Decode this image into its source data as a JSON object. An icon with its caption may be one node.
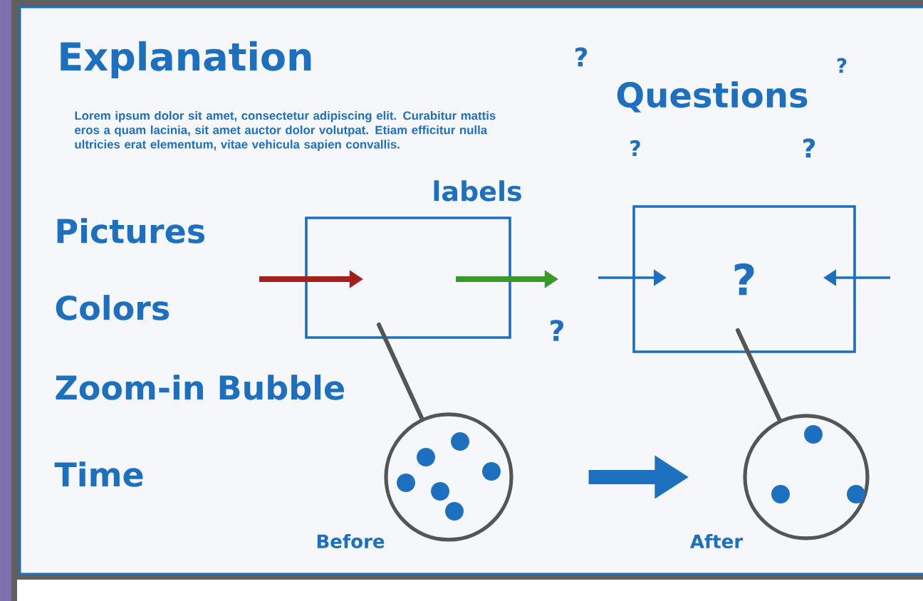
{
  "diagram": {
    "nodes": [
      {
        "text": [],
        "shape": "box"
      },
      {
        "text": [
          "?"
        ]
      },
      {
        "text": [],
        "shape": "circle",
        "beside": [
          "Before"
        ]
      },
      {
        "text": [],
        "shape": "circle",
        "beside": [
          "After"
        ]
      }
    ],
    "edges": [
      {
        "from": null,
        "to": 0,
        "arrow": "to",
        "color": "#a3201c"
      },
      {
        "from": 0,
        "to": null,
        "arrow": "to",
        "color": "#3a9a28"
      },
      {
        "from": null,
        "to": 1,
        "arrow": "to"
      },
      {
        "from": null,
        "to": 1,
        "arrow": "to"
      },
      {
        "from": 0,
        "to": 2,
        "arrow": "none",
        "color": "#555555"
      },
      {
        "from": 1,
        "to": 3,
        "arrow": "none",
        "color": "#555555"
      },
      {
        "from": 2,
        "to": 3,
        "arrow": "to",
        "style": "thick"
      }
    ],
    "labels": [
      "Explanation",
      "Lorem ipsum dolor sit amet, consectetur adipiscing elit. Curabitur mattis eros a quam lacinia, sit amet auctor dolor volutpat. Etiam efficitur nulla ultricies erat elementum, vitae vehicula sapien convallis.",
      "?",
      "?",
      "Questions",
      "?",
      "?",
      "labels",
      "Pictures",
      "Colors",
      "?",
      "Zoom-in Bubble",
      "Time"
    ]
  }
}
